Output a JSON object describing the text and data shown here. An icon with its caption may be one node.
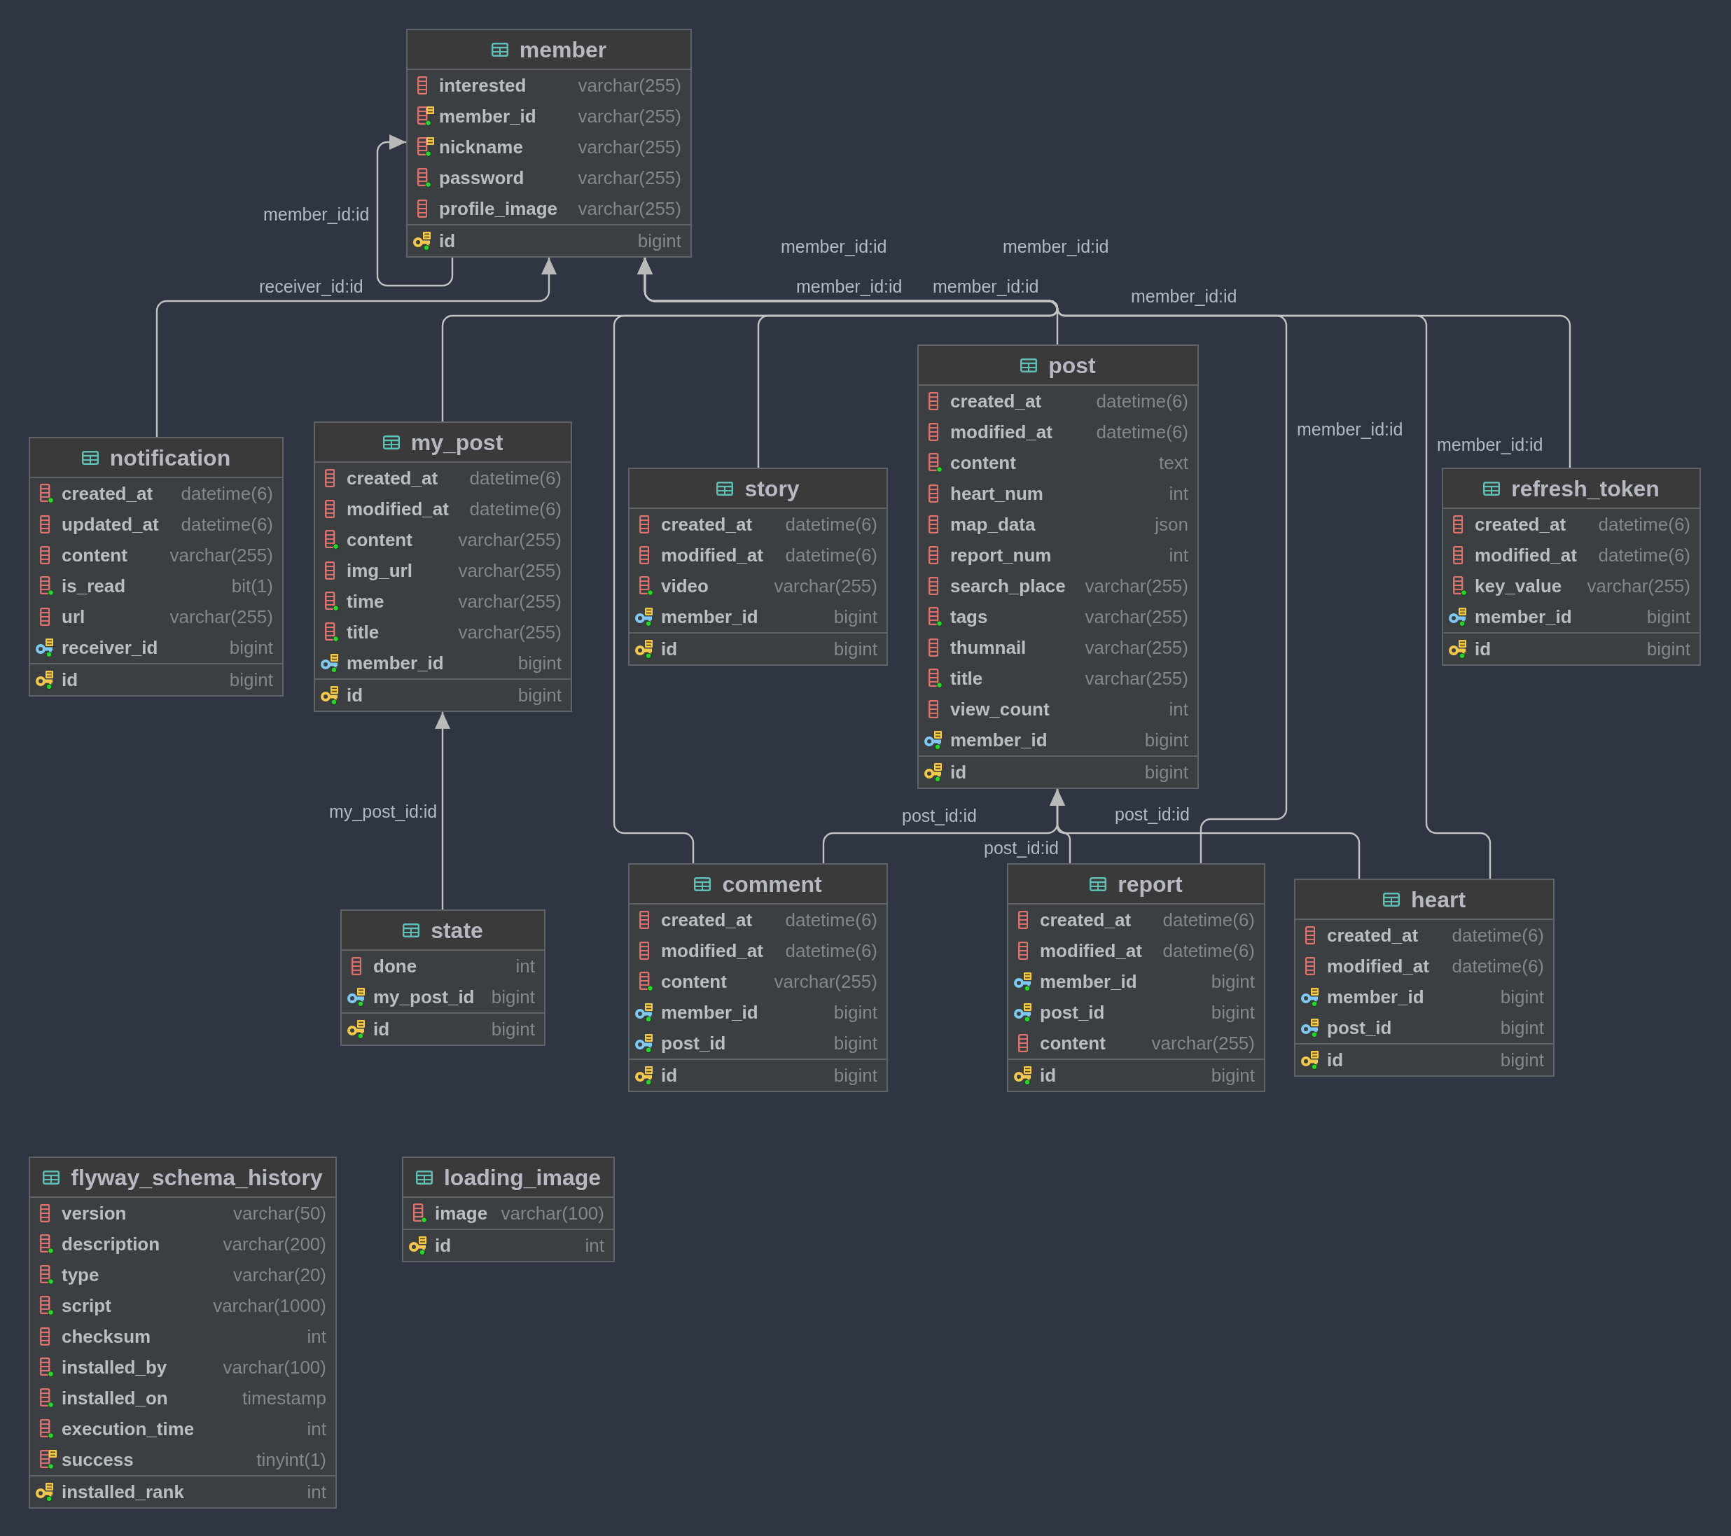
{
  "diagram": {
    "nodes": [
      {
        "text": [
          "member",
          "interested",
          "varchar(255)",
          "member_id",
          "varchar(255)",
          "nickname",
          "varchar(255)",
          "password",
          "varchar(255)",
          "profile_image",
          "varchar(255)",
          "id",
          "bigint"
        ]
      },
      {
        "text": [
          "notification",
          "created_at",
          "datetime(6)",
          "updated_at",
          "datetime(6)",
          "content",
          "varchar(255)",
          "is_read",
          "bit(1)",
          "url",
          "varchar(255)",
          "receiver_id",
          "bigint",
          "id",
          "bigint"
        ]
      },
      {
        "text": [
          "my_post",
          "created_at",
          "datetime(6)",
          "modified_at",
          "datetime(6)",
          "content",
          "varchar(255)",
          "img_url",
          "varchar(255)",
          "time",
          "varchar(255)",
          "title",
          "varchar(255)",
          "member_id",
          "bigint",
          "id",
          "bigint"
        ]
      },
      {
        "text": [
          "story",
          "created_at",
          "datetime(6)",
          "modified_at",
          "datetime(6)",
          "video",
          "varchar(255)",
          "member_id",
          "bigint",
          "id",
          "bigint"
        ]
      },
      {
        "text": [
          "post",
          "created_at",
          "datetime(6)",
          "modified_at",
          "datetime(6)",
          "content",
          "text",
          "heart_num",
          "int",
          "map_data",
          "json",
          "report_num",
          "int",
          "search_place",
          "varchar(255)",
          "tags",
          "varchar(255)",
          "thumnail",
          "varchar(255)",
          "title",
          "varchar(255)",
          "view_count",
          "int",
          "member_id",
          "bigint",
          "id",
          "bigint"
        ]
      },
      {
        "text": [
          "refresh_token",
          "created_at",
          "datetime(6)",
          "modified_at",
          "datetime(6)",
          "key_value",
          "varchar(255)",
          "member_id",
          "bigint",
          "id",
          "bigint"
        ]
      },
      {
        "text": [
          "state",
          "done",
          "int",
          "my_post_id",
          "bigint",
          "id",
          "bigint"
        ]
      },
      {
        "text": [
          "comment",
          "created_at",
          "datetime(6)",
          "modified_at",
          "datetime(6)",
          "content",
          "varchar(255)",
          "member_id",
          "bigint",
          "post_id",
          "bigint",
          "id",
          "bigint"
        ]
      },
      {
        "text": [
          "report",
          "created_at",
          "datetime(6)",
          "modified_at",
          "datetime(6)",
          "member_id",
          "bigint",
          "post_id",
          "bigint",
          "content",
          "varchar(255)",
          "id",
          "bigint"
        ]
      },
      {
        "text": [
          "heart",
          "created_at",
          "datetime(6)",
          "modified_at",
          "datetime(6)",
          "member_id",
          "bigint",
          "post_id",
          "bigint",
          "id",
          "bigint"
        ]
      },
      {
        "text": [
          "flyway_schema_history",
          "version",
          "varchar(50)",
          "description",
          "varchar(200)",
          "type",
          "varchar(20)",
          "script",
          "varchar(1000)",
          "checksum",
          "int",
          "installed_by",
          "varchar(100)",
          "installed_on",
          "timestamp",
          "execution_time",
          "int",
          "success",
          "tinyint(1)",
          "installed_rank",
          "int"
        ]
      },
      {
        "text": [
          "loading_image",
          "image",
          "varchar(100)",
          "id",
          "int"
        ]
      }
    ],
    "edges": [
      {
        "from": 0,
        "to": 0,
        "arrow": "to",
        "label": "member_id:id"
      },
      {
        "from": 1,
        "to": 0,
        "arrow": "to",
        "label": "receiver_id:id"
      },
      {
        "from": 2,
        "to": 0,
        "arrow": "to",
        "label": "member_id:id"
      },
      {
        "from": 3,
        "to": 0,
        "arrow": "to",
        "label": "member_id:id"
      },
      {
        "from": 4,
        "to": 0,
        "arrow": "to",
        "label": "member_id:id"
      },
      {
        "from": 5,
        "to": 0,
        "arrow": "to",
        "label": "member_id:id"
      },
      {
        "from": 6,
        "to": 2,
        "arrow": "to",
        "label": "my_post_id:id"
      },
      {
        "from": 7,
        "to": 0,
        "arrow": "to",
        "label": "member_id:id"
      },
      {
        "from": 7,
        "to": 4,
        "arrow": "to",
        "label": "post_id:id"
      },
      {
        "from": 8,
        "to": 0,
        "arrow": "to",
        "label": "member_id:id"
      },
      {
        "from": 8,
        "to": 4,
        "arrow": "to",
        "label": "post_id:id"
      },
      {
        "from": 9,
        "to": 0,
        "arrow": "to",
        "label": "member_id:id"
      },
      {
        "from": 9,
        "to": 4,
        "arrow": "to",
        "label": "post_id:id"
      }
    ]
  }
}
